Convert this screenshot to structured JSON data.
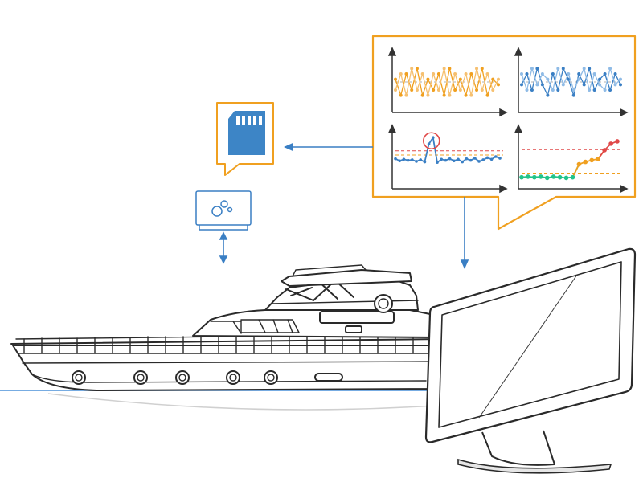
{
  "colors": {
    "accent_orange": "#f0a020",
    "accent_blue": "#3a7fc4",
    "sd_card_blue": "#3d85c6",
    "alert_red": "#e04848",
    "ok_green": "#22c48a",
    "line_dark": "#2a2a2a",
    "waterline": "#4a90d9"
  },
  "icons": {
    "storage": "sd-card-icon",
    "sensor": "sensor-module-icon",
    "vessel": "yacht-icon",
    "display": "monitor-icon"
  },
  "chart_data": [
    {
      "type": "line",
      "series": [
        {
          "values": [
            5,
            2,
            6,
            3,
            7,
            2,
            5,
            3,
            6,
            2,
            7,
            3,
            5,
            2,
            6,
            3,
            7,
            2,
            5,
            4
          ]
        },
        {
          "values": [
            3,
            6,
            2,
            7,
            3,
            6,
            2,
            6,
            3,
            7,
            2,
            6,
            3,
            6,
            2,
            7,
            3,
            6,
            3,
            5
          ]
        }
      ],
      "grid": false
    },
    {
      "type": "line",
      "series": [
        {
          "values": [
            4,
            6,
            3,
            7,
            4,
            2,
            6,
            3,
            7,
            5,
            2,
            6,
            4,
            7,
            3,
            5,
            6,
            3,
            6,
            4
          ]
        },
        {
          "values": [
            6,
            3,
            7,
            4,
            6,
            5,
            3,
            7,
            4,
            6,
            3,
            5,
            7,
            3,
            6,
            4,
            3,
            7,
            4,
            5
          ]
        }
      ],
      "grid": false
    },
    {
      "type": "line",
      "series": [
        {
          "values": [
            4.6,
            4.2,
            4.5,
            4.3,
            4.4,
            4.1,
            4.4,
            4.0,
            7.4,
            8.6,
            3.9,
            4.5,
            4.3,
            4.6,
            4.2,
            4.5,
            4.0,
            4.6,
            4.3,
            4.7,
            4.1,
            4.4,
            4.8,
            4.5,
            5.0,
            4.7
          ]
        }
      ],
      "thresholds": [
        6.1,
        5.3
      ],
      "highlight_point_index": 9,
      "grid": false
    },
    {
      "type": "line",
      "series": [
        {
          "values": [
            1.0,
            1.1,
            1.0,
            1.1,
            0.9,
            1.1,
            1.0,
            0.9,
            1.0,
            3.2,
            3.6,
            3.9,
            4.1,
            5.6,
            6.7,
            7.1
          ]
        }
      ],
      "thresholds": [
        5.7,
        1.7
      ],
      "grid": false
    }
  ]
}
